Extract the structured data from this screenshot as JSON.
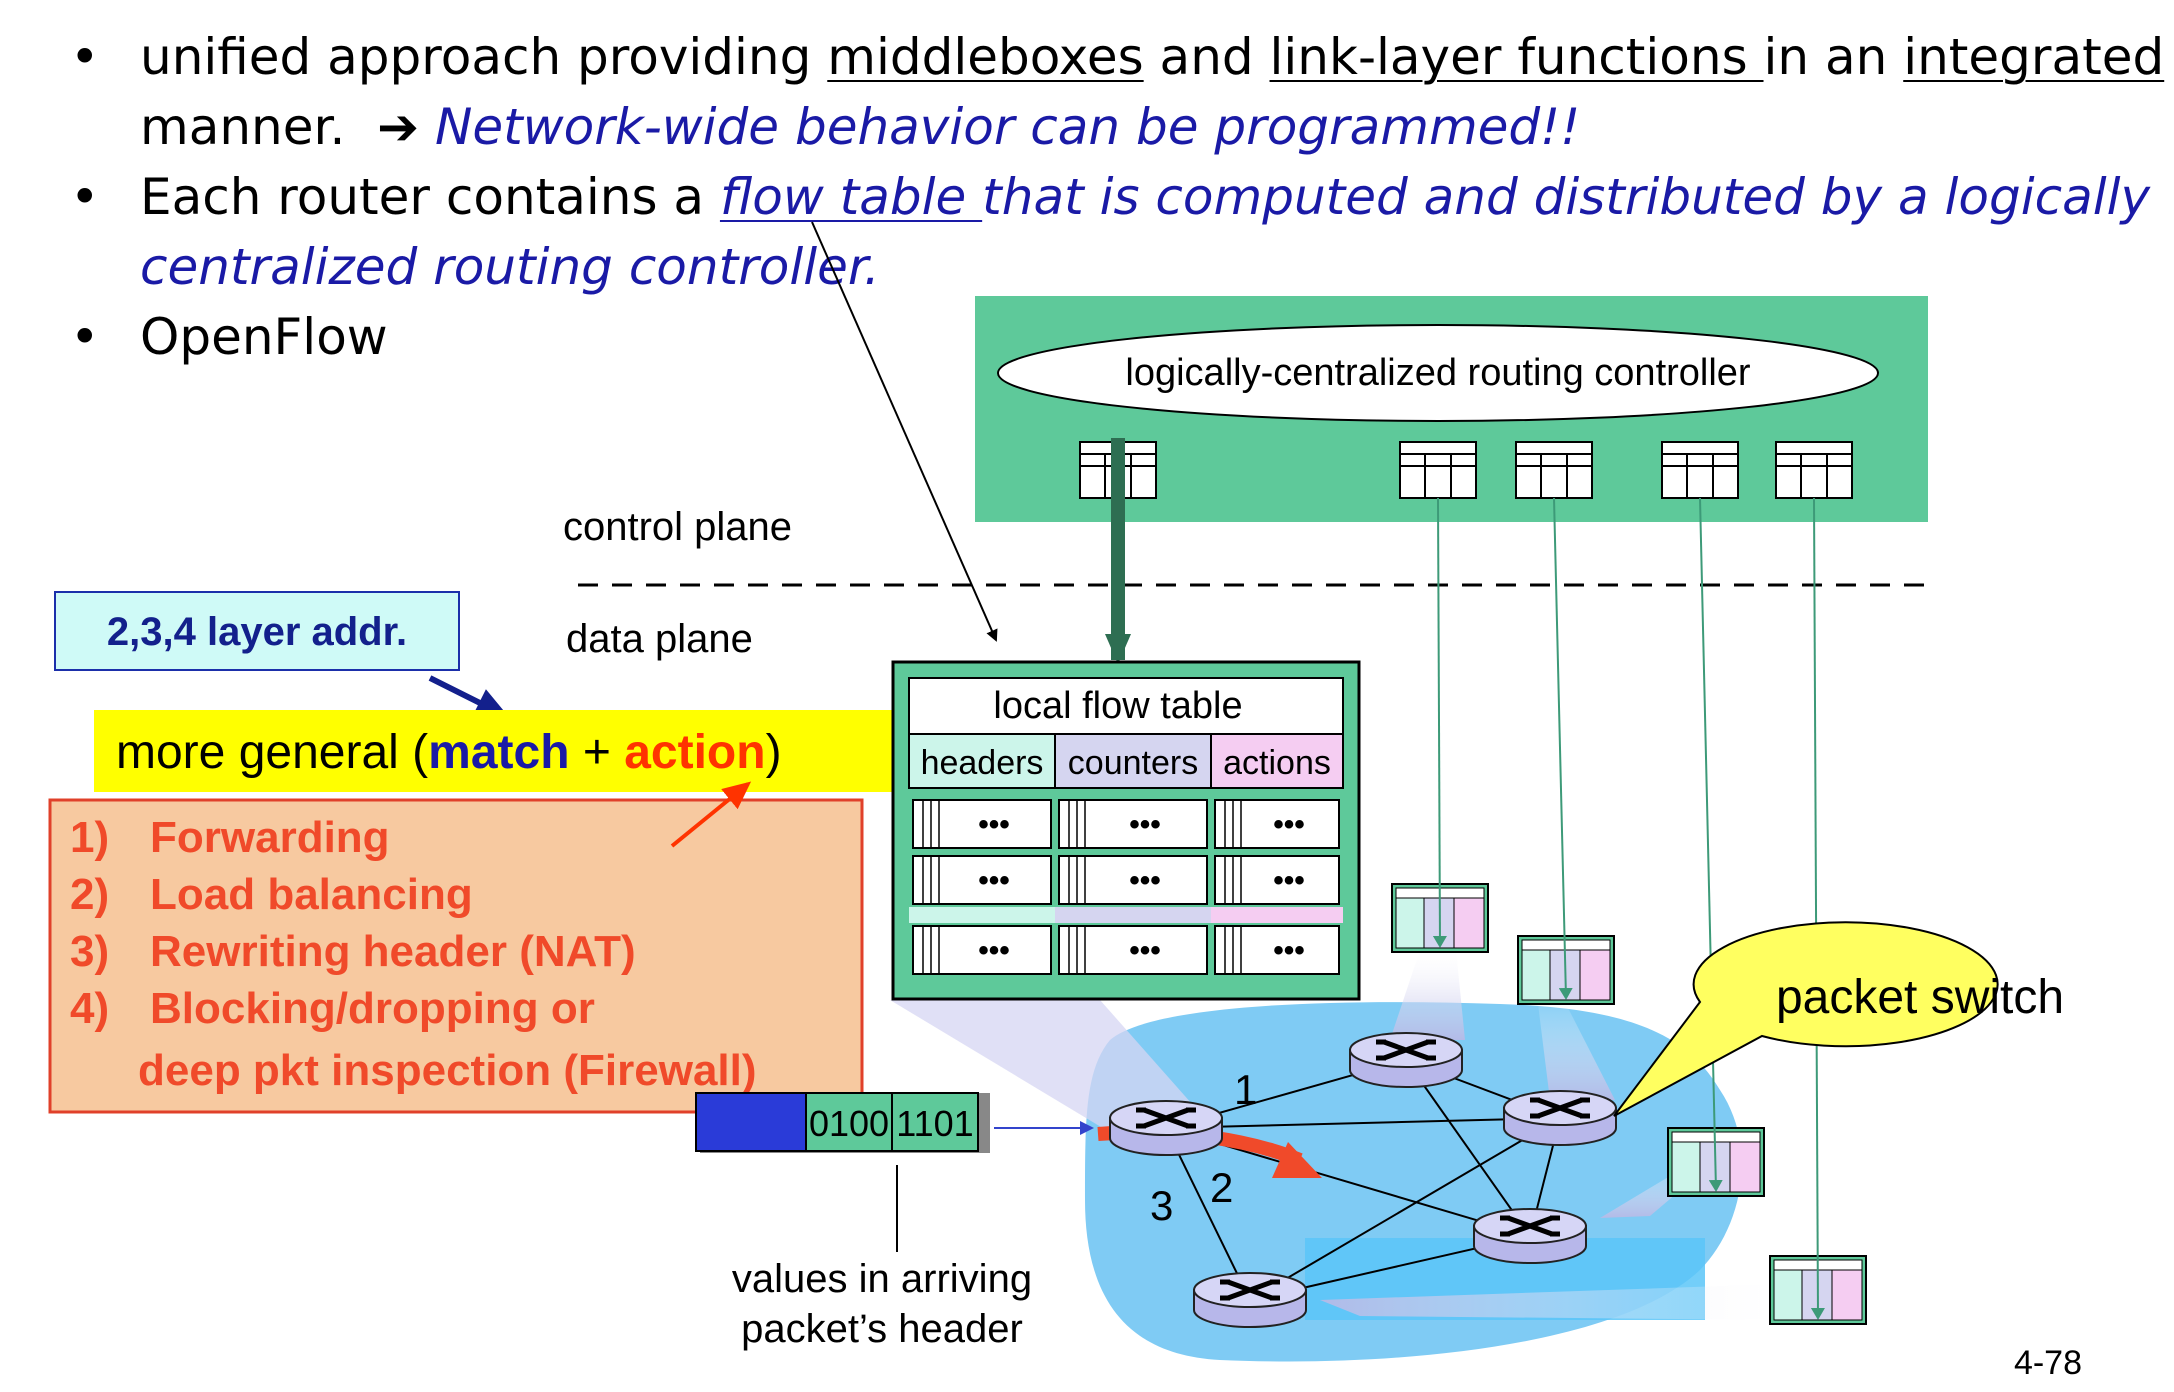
{
  "bullets": {
    "b1": {
      "dot": "•",
      "t1": "unified approach providing ",
      "u1": "middleboxes",
      "t2": " and ",
      "u2": "link-layer functions ",
      "t3": "in an ",
      "u3": "integrated",
      "t4": "manner.",
      "arrow": "➔",
      "em": "Network-wide behavior can be programmed!!"
    },
    "b2": {
      "dot": "•",
      "t1": "Each router contains a ",
      "u1": "flow table ",
      "em1": "that is computed and distributed by a logically",
      "em2": "centralized routing controller."
    },
    "b3": {
      "dot": "•",
      "text": "OpenFlow"
    }
  },
  "diagram": {
    "controller_label": "logically-centralized routing controller",
    "control_plane": "control plane",
    "data_plane": "data plane",
    "layer_addr": "2,3,4 layer addr.",
    "general": {
      "pre": "more general (",
      "match": "match",
      "plus": " + ",
      "action": "action",
      "post": ")"
    },
    "actions_list": [
      {
        "num": "1)",
        "text": "Forwarding"
      },
      {
        "num": "2)",
        "text": "Load balancing"
      },
      {
        "num": "3)",
        "text": "Rewriting header (NAT)"
      },
      {
        "num": "4)",
        "text": "Blocking/dropping or"
      }
    ],
    "actions_cont": "deep pkt inspection (Firewall)",
    "flow_table": {
      "title": "local flow table",
      "headers": [
        "headers",
        "counters",
        "actions"
      ],
      "cell": "•••"
    },
    "packet_bits": [
      "0100",
      "1101"
    ],
    "values_label": [
      "values in arriving",
      "packet’s header"
    ],
    "port_labels": [
      "1",
      "2",
      "3"
    ],
    "packet_switch": "packet switch",
    "slide_number": "4-78"
  },
  "colors": {
    "controller_green": "#5ec99a",
    "match_blue": "#1a1aa6",
    "action_red": "#ff3300",
    "list_red": "#f04a2a",
    "list_bg": "#f7c9a0",
    "yellow": "#ffff00",
    "network_blue": "#7fcbf4",
    "router": "#c9c9f2"
  }
}
